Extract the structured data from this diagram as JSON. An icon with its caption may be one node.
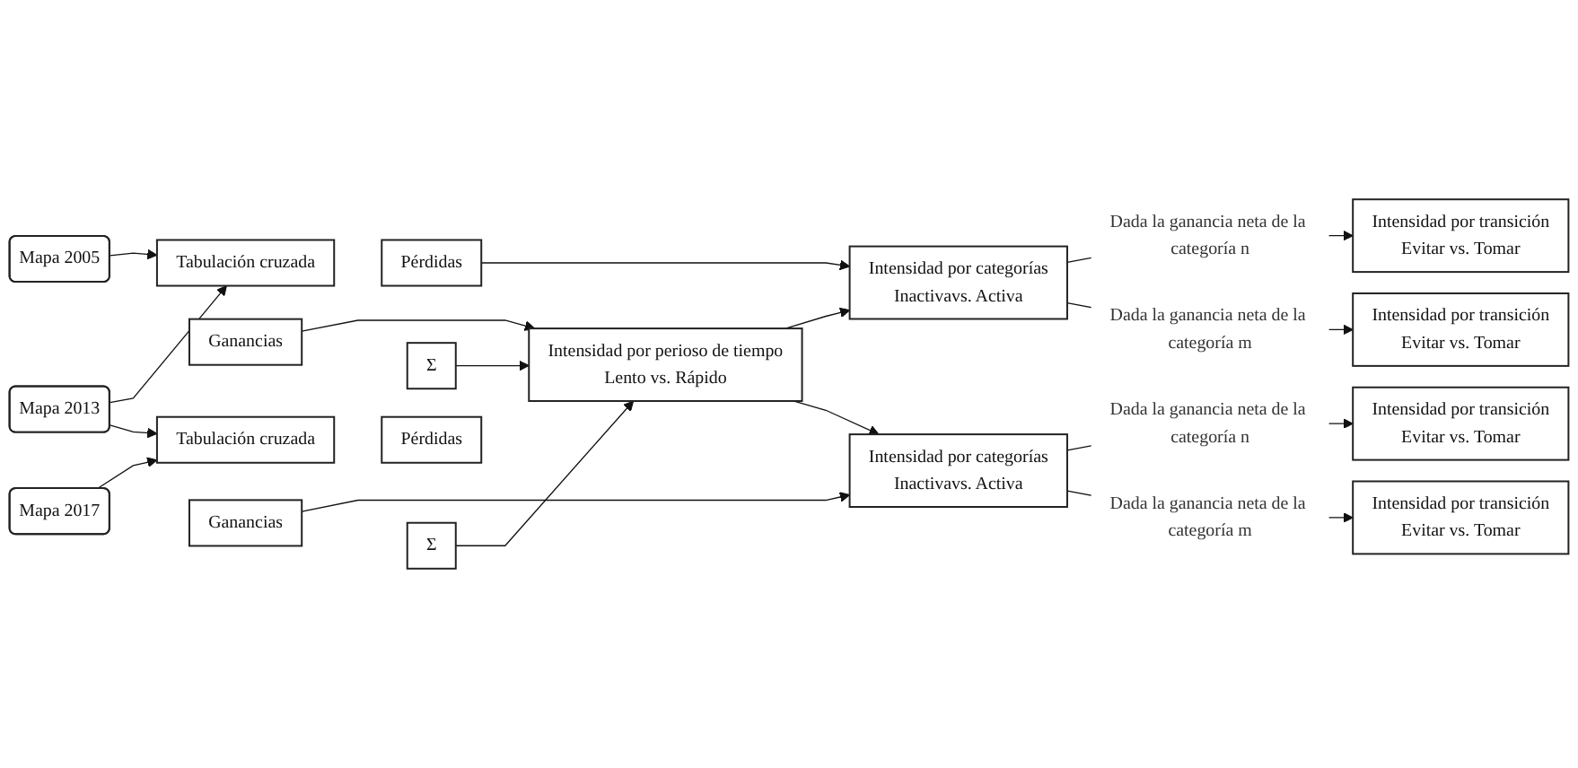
{
  "diagram": {
    "nodes": [
      {
        "text": [
          "Mapa 2005"
        ]
      },
      {
        "text": [
          "Mapa 2013"
        ]
      },
      {
        "text": [
          "Mapa 2017"
        ]
      },
      {
        "text": [
          "Tabulación cruzada"
        ]
      },
      {
        "text": [
          "Pérdidas"
        ]
      },
      {
        "text": [
          "Ganancias"
        ]
      },
      {
        "text": [
          "Σ"
        ]
      },
      {
        "text": [
          "Tabulación cruzada"
        ]
      },
      {
        "text": [
          "Pérdidas"
        ]
      },
      {
        "text": [
          "Ganancias"
        ]
      },
      {
        "text": [
          "Σ"
        ]
      },
      {
        "text": [
          "Intensidad por perioso de tiempo",
          "Lento vs. Rápido"
        ]
      },
      {
        "text": [
          "Intensidad por categorías",
          "Inactivavs. Activa"
        ]
      },
      {
        "text": [
          "Intensidad por categorías",
          "Inactivavs. Activa"
        ]
      },
      {
        "text": [
          "Intensidad por transición",
          "Evitar vs. Tomar"
        ]
      },
      {
        "text": [
          "Intensidad por transición",
          "Evitar vs. Tomar"
        ]
      },
      {
        "text": [
          "Intensidad por transición",
          "Evitar vs. Tomar"
        ]
      },
      {
        "text": [
          "Intensidad por transición",
          "Evitar vs. Tomar"
        ]
      }
    ],
    "edges": [
      {
        "from": 0,
        "to": 3,
        "arrow": "to"
      },
      {
        "from": 1,
        "to": 3,
        "arrow": "to"
      },
      {
        "from": 1,
        "to": 7,
        "arrow": "to"
      },
      {
        "from": 2,
        "to": 7,
        "arrow": "to"
      },
      {
        "from": 4,
        "to": 12,
        "arrow": "to"
      },
      {
        "from": 6,
        "to": 11,
        "arrow": "to"
      },
      {
        "from": 5,
        "to": 11,
        "arrow": "to"
      },
      {
        "from": 10,
        "to": 11,
        "arrow": "to"
      },
      {
        "from": 9,
        "to": 13,
        "arrow": "to"
      },
      {
        "from": 11,
        "to": 12,
        "arrow": "to"
      },
      {
        "from": 11,
        "to": 13,
        "arrow": "to"
      },
      {
        "from": 12,
        "to": 14,
        "arrow": "to",
        "label": "Dada la ganancia neta de la categoría n"
      },
      {
        "from": 12,
        "to": 15,
        "arrow": "to",
        "label": "Dada la ganancia neta de la categoría m"
      },
      {
        "from": 13,
        "to": 16,
        "arrow": "to",
        "label": "Dada la ganancia neta de la categoría n"
      },
      {
        "from": 13,
        "to": 17,
        "arrow": "to",
        "label": "Dada la ganancia neta de la categoría m"
      }
    ]
  }
}
